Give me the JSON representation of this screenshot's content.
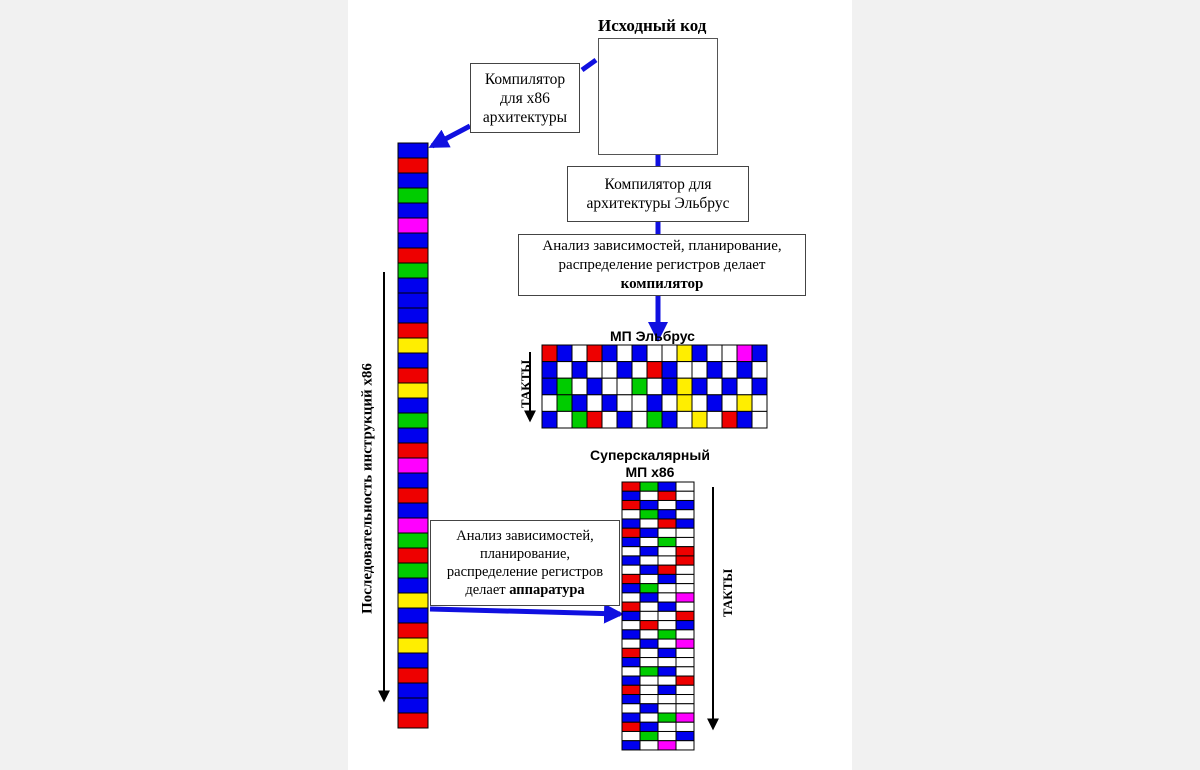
{
  "source_code": {
    "title": "Исходный код"
  },
  "compiler_x86": {
    "lines": [
      "Компилятор",
      "для x86",
      "архитектуры"
    ]
  },
  "compiler_elbrus": {
    "lines": [
      "Компилятор для",
      "архитектуры Эльбрус"
    ]
  },
  "analysis_compiler": {
    "line1": "Анализ зависимостей, планирование,",
    "line2": "распределение регистров делает",
    "bold": "компилятор"
  },
  "analysis_hardware": {
    "line1": "Анализ зависимостей,",
    "line2": "планирование,",
    "line3": "распределение регистров",
    "prefix": "делает ",
    "bold": "аппаратура"
  },
  "elbrus_grid": {
    "title": "МП Эльбрус",
    "axis_label": "ТАКТЫ",
    "rows": [
      [
        "r",
        "b",
        "w",
        "r",
        "b",
        "w",
        "b",
        "w",
        "w",
        "y",
        "b",
        "w",
        "w",
        "m",
        "b"
      ],
      [
        "b",
        "w",
        "b",
        "w",
        "w",
        "b",
        "w",
        "r",
        "b",
        "w",
        "w",
        "b",
        "w",
        "b",
        "w"
      ],
      [
        "b",
        "g",
        "w",
        "b",
        "w",
        "w",
        "g",
        "w",
        "b",
        "y",
        "b",
        "w",
        "b",
        "w",
        "b"
      ],
      [
        "w",
        "g",
        "b",
        "w",
        "b",
        "w",
        "w",
        "b",
        "w",
        "y",
        "w",
        "b",
        "w",
        "y",
        "w"
      ],
      [
        "b",
        "w",
        "g",
        "r",
        "w",
        "b",
        "w",
        "g",
        "b",
        "w",
        "y",
        "w",
        "r",
        "b",
        "w"
      ]
    ]
  },
  "superscalar_grid": {
    "title_line1": "Суперскалярный",
    "title_line2": "МП x86",
    "axis_label": "ТАКТЫ",
    "rows": [
      [
        "r",
        "g",
        "b",
        "w"
      ],
      [
        "b",
        "w",
        "r",
        "w"
      ],
      [
        "r",
        "b",
        "w",
        "b"
      ],
      [
        "w",
        "g",
        "b",
        "w"
      ],
      [
        "b",
        "w",
        "r",
        "b"
      ],
      [
        "r",
        "b",
        "w",
        "w"
      ],
      [
        "b",
        "w",
        "g",
        "w"
      ],
      [
        "w",
        "b",
        "w",
        "r"
      ],
      [
        "b",
        "w",
        "w",
        "r"
      ],
      [
        "w",
        "b",
        "r",
        "w"
      ],
      [
        "r",
        "w",
        "b",
        "w"
      ],
      [
        "b",
        "g",
        "w",
        "w"
      ],
      [
        "w",
        "b",
        "w",
        "m"
      ],
      [
        "r",
        "w",
        "b",
        "w"
      ],
      [
        "b",
        "w",
        "w",
        "r"
      ],
      [
        "w",
        "r",
        "w",
        "b"
      ],
      [
        "b",
        "w",
        "g",
        "w"
      ],
      [
        "w",
        "b",
        "w",
        "m"
      ],
      [
        "r",
        "w",
        "b",
        "w"
      ],
      [
        "b",
        "w",
        "w",
        "w"
      ],
      [
        "w",
        "g",
        "b",
        "w"
      ],
      [
        "b",
        "w",
        "w",
        "r"
      ],
      [
        "r",
        "w",
        "b",
        "w"
      ],
      [
        "b",
        "w",
        "w",
        "w"
      ],
      [
        "w",
        "b",
        "w",
        "w"
      ],
      [
        "b",
        "w",
        "g",
        "m"
      ],
      [
        "r",
        "b",
        "w",
        "w"
      ],
      [
        "w",
        "g",
        "w",
        "b"
      ],
      [
        "b",
        "w",
        "m",
        "w"
      ]
    ]
  },
  "sequence_column": {
    "axis_label": "Последовательность инструкций x86",
    "cells": [
      "b",
      "r",
      "b",
      "g",
      "b",
      "m",
      "b",
      "r",
      "g",
      "b",
      "b",
      "b",
      "r",
      "y",
      "b",
      "r",
      "y",
      "b",
      "g",
      "b",
      "r",
      "m",
      "b",
      "r",
      "b",
      "m",
      "g",
      "r",
      "g",
      "b",
      "y",
      "b",
      "r",
      "y",
      "b",
      "r",
      "b",
      "b",
      "r"
    ]
  },
  "colors": {
    "b": "#0000ee",
    "r": "#ee0000",
    "g": "#00cc00",
    "y": "#ffee00",
    "m": "#ff00ff",
    "w": "#ffffff",
    "arrow": "#1010e0"
  }
}
